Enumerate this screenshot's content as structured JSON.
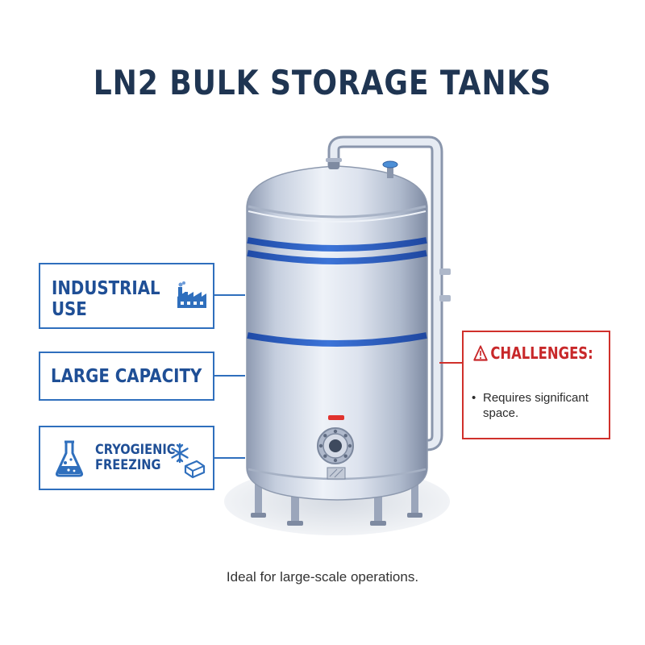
{
  "title": "LN2 BULK STORAGE TANKS",
  "features": [
    {
      "label": "INDUSTRIAL\nUSE",
      "icon": "factory-icon"
    },
    {
      "label": "LARGE CAPACITY",
      "icon": ""
    },
    {
      "label": "CRYOGIENIC\nFREEZING",
      "icon": "flask-icon, snowflake-ice-icon"
    }
  ],
  "challenges": {
    "heading": "CHALLENGES:",
    "icon": "warning-icon",
    "items": [
      "Requires significant space."
    ]
  },
  "caption": "Ideal for large-scale operations.",
  "colors": {
    "title": "#1f3552",
    "feature_blue": "#2f6fbd",
    "challenge_red": "#d0302b",
    "tank_band": "#2f62c4",
    "tank_body": "#c9d2e2"
  }
}
